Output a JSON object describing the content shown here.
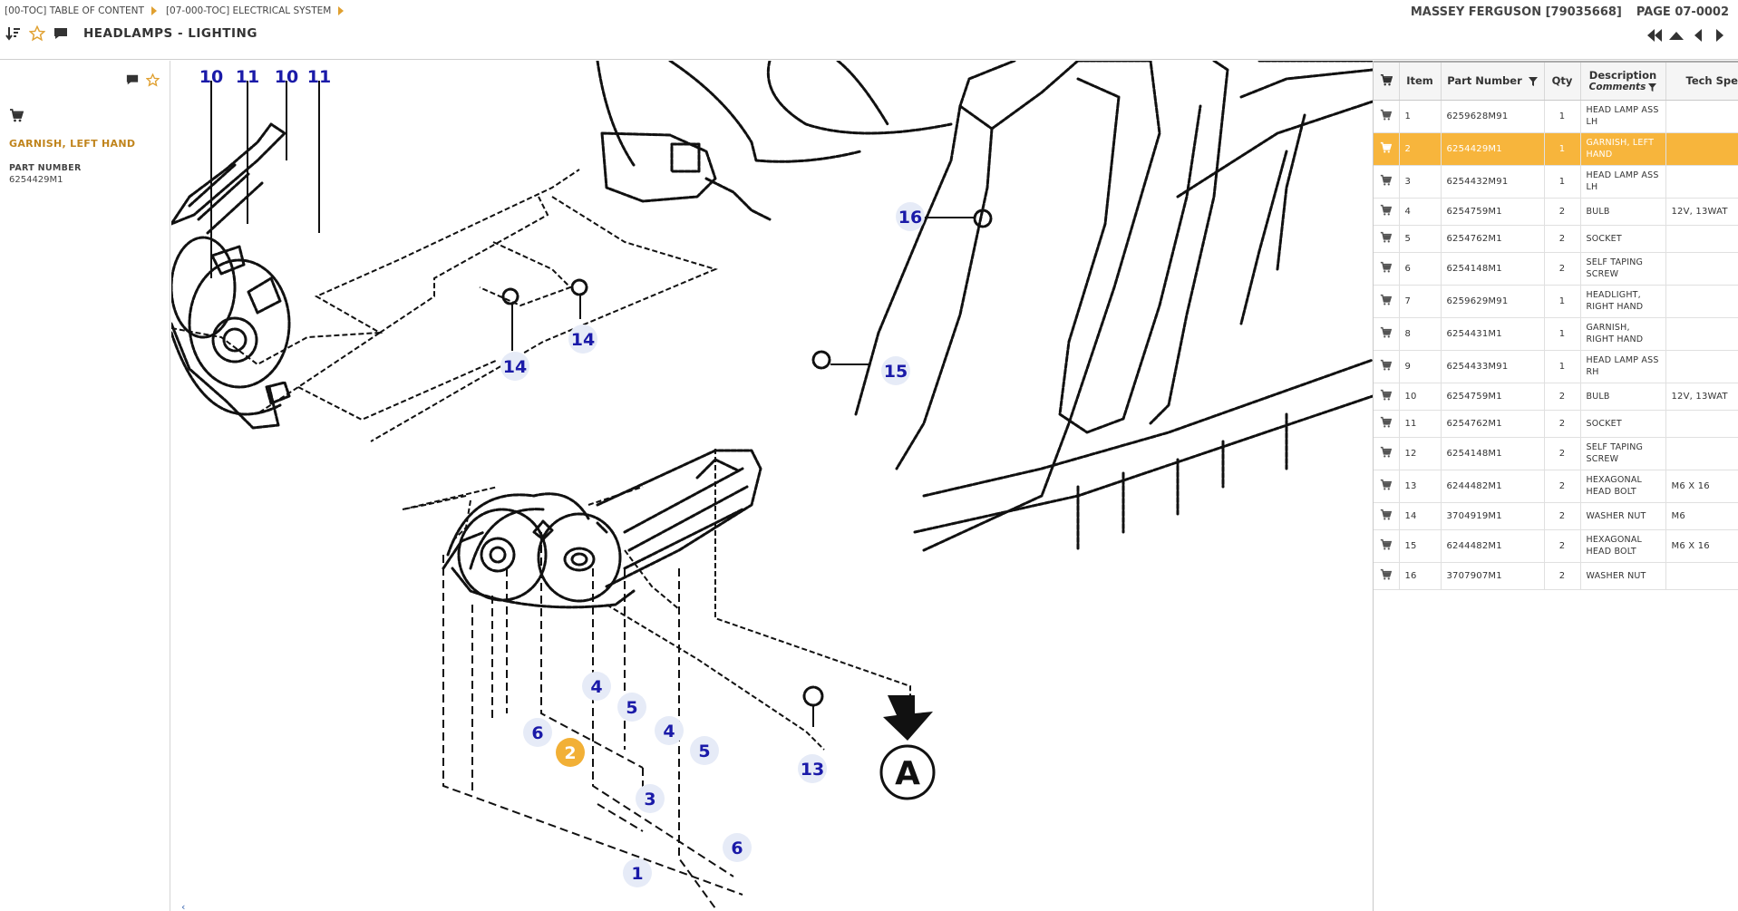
{
  "colors": {
    "accent": "#f2b036",
    "callout_text": "#1a1aa8",
    "selected_row": "#f7b53c",
    "title_gold": "#c0841c"
  },
  "header": {
    "breadcrumb": [
      "[00-TOC] TABLE OF CONTENT",
      "[07-000-TOC] ELECTRICAL SYSTEM"
    ],
    "title": "HEADLAMPS - LIGHTING",
    "model": "MASSEY FERGUSON [79035668]",
    "page": "PAGE 07-0002",
    "icons": [
      "sort-icon",
      "star-icon",
      "comment-icon"
    ],
    "pager_icons": [
      "first-page-icon",
      "up-icon",
      "previous-icon",
      "next-icon"
    ]
  },
  "left_panel": {
    "description": "GARNISH, LEFT HAND",
    "part_number_label": "PART NUMBER",
    "part_number": "6254429M1"
  },
  "diagram": {
    "callouts": [
      "10",
      "11",
      "10",
      "11",
      "16",
      "14",
      "14",
      "15",
      "4",
      "5",
      "4",
      "5",
      "6",
      "2",
      "3",
      "13",
      "6",
      "1"
    ],
    "selected_callout": "2",
    "view_label": "A"
  },
  "table": {
    "headers": {
      "item": "Item",
      "part_number": "Part Number",
      "qty": "Qty",
      "description": "Description",
      "comments": "Comments",
      "tech_spec": "Tech Spec"
    },
    "selected_item": "2",
    "rows": [
      {
        "item": "1",
        "part": "6259628M91",
        "qty": "1",
        "desc": "HEAD LAMP ASS LH",
        "spec": ""
      },
      {
        "item": "2",
        "part": "6254429M1",
        "qty": "1",
        "desc": "GARNISH, LEFT HAND",
        "spec": ""
      },
      {
        "item": "3",
        "part": "6254432M91",
        "qty": "1",
        "desc": "HEAD LAMP ASS LH",
        "spec": ""
      },
      {
        "item": "4",
        "part": "6254759M1",
        "qty": "2",
        "desc": "BULB",
        "spec": "12V, 13WAT"
      },
      {
        "item": "5",
        "part": "6254762M1",
        "qty": "2",
        "desc": "SOCKET",
        "spec": ""
      },
      {
        "item": "6",
        "part": "6254148M1",
        "qty": "2",
        "desc": "SELF TAPING SCREW",
        "spec": ""
      },
      {
        "item": "7",
        "part": "6259629M91",
        "qty": "1",
        "desc": "HEADLIGHT, RIGHT HAND",
        "spec": ""
      },
      {
        "item": "8",
        "part": "6254431M1",
        "qty": "1",
        "desc": "GARNISH, RIGHT HAND",
        "spec": ""
      },
      {
        "item": "9",
        "part": "6254433M91",
        "qty": "1",
        "desc": "HEAD LAMP ASS RH",
        "spec": ""
      },
      {
        "item": "10",
        "part": "6254759M1",
        "qty": "2",
        "desc": "BULB",
        "spec": "12V, 13WAT"
      },
      {
        "item": "11",
        "part": "6254762M1",
        "qty": "2",
        "desc": "SOCKET",
        "spec": ""
      },
      {
        "item": "12",
        "part": "6254148M1",
        "qty": "2",
        "desc": "SELF TAPING SCREW",
        "spec": ""
      },
      {
        "item": "13",
        "part": "6244482M1",
        "qty": "2",
        "desc": "HEXAGONAL HEAD BOLT",
        "spec": "M6 X 16"
      },
      {
        "item": "14",
        "part": "3704919M1",
        "qty": "2",
        "desc": "WASHER NUT",
        "spec": "M6"
      },
      {
        "item": "15",
        "part": "6244482M1",
        "qty": "2",
        "desc": "HEXAGONAL HEAD BOLT",
        "spec": "M6 X 16"
      },
      {
        "item": "16",
        "part": "3707907M1",
        "qty": "2",
        "desc": "WASHER NUT",
        "spec": ""
      }
    ]
  }
}
